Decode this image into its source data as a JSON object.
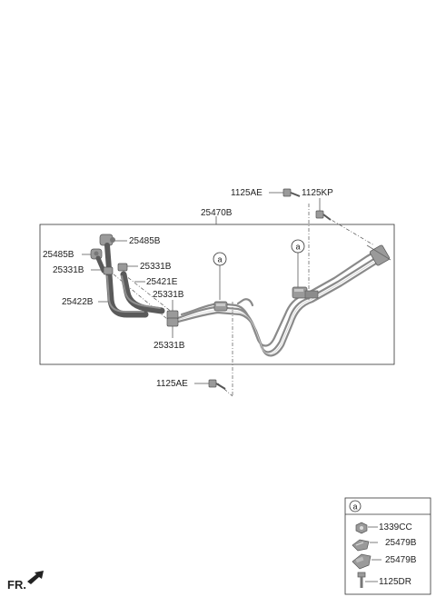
{
  "labels": {
    "bolt_top": "1125AE",
    "bolt_right": "1125KP",
    "assembly": "25470B",
    "clamp_upper": "25485B",
    "clamp_left": "25485B",
    "bracket_a": "25331B",
    "bracket_b": "25331B",
    "hose_e": "25421E",
    "bracket_c": "25331B",
    "hose_b": "25422B",
    "bracket_d": "25331B",
    "bolt_bottom": "1125AE",
    "callout": "a"
  },
  "legend": {
    "header": "a",
    "items": [
      {
        "code": "1339CC",
        "icon": "nut-icon"
      },
      {
        "code": "25479B",
        "icon": "clip-icon"
      },
      {
        "code": "25479B",
        "icon": "bracket-clip-icon"
      },
      {
        "code": "1125DR",
        "icon": "bolt-icon"
      }
    ]
  },
  "footer": {
    "direction": "FR.",
    "arrow_icon": "front-arrow-icon"
  }
}
